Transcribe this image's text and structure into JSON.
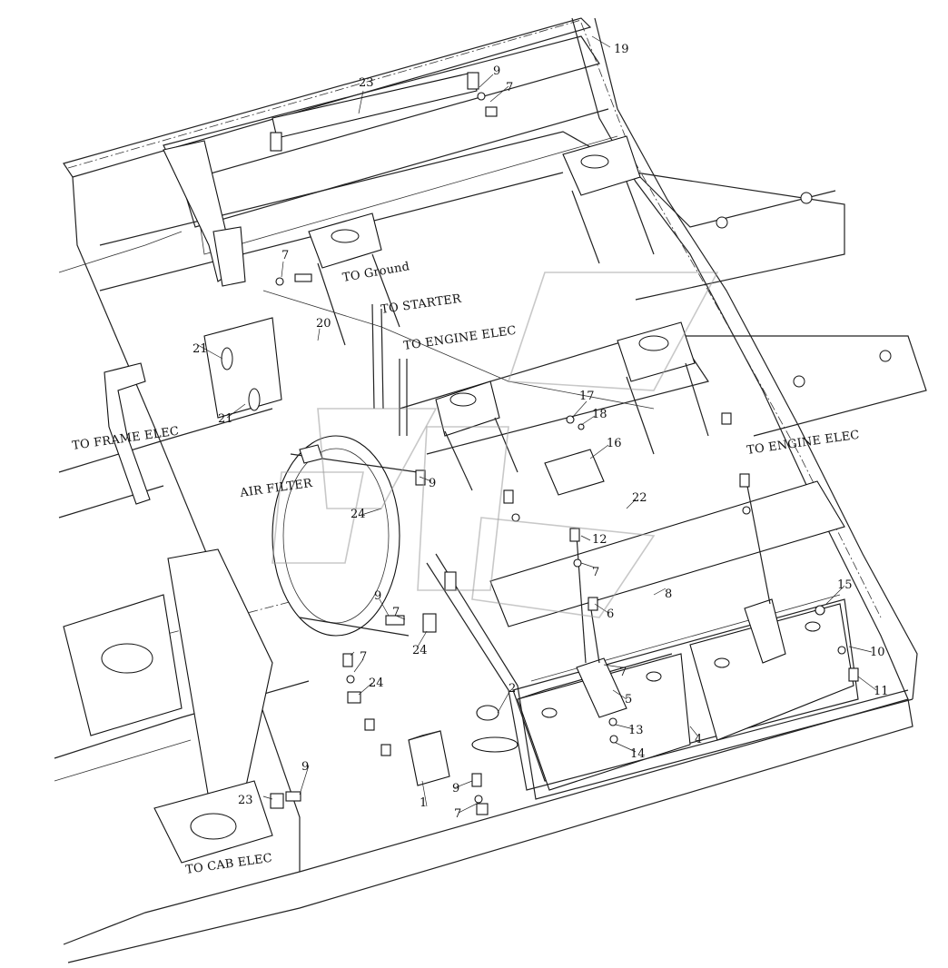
{
  "labels": {
    "to_ground": "TO Ground",
    "to_starter": "TO STARTER",
    "to_engine_elec_1": "TO ENGINE ELEC",
    "to_engine_elec_2": "TO ENGINE ELEC",
    "to_frame_elec": "TO FRAME ELEC",
    "air_filter": "AIR FILTER",
    "to_cab_elec": "TO CAB ELEC"
  },
  "callouts": {
    "c1": "1",
    "c2": "2",
    "c4": "4",
    "c5": "5",
    "c6": "6",
    "c7a": "7",
    "c7b": "7",
    "c7c": "7",
    "c7d": "7",
    "c7e": "7",
    "c7f": "7",
    "c7g": "7",
    "c8": "8",
    "c9a": "9",
    "c9b": "9",
    "c9c": "9",
    "c9d": "9",
    "c9e": "9",
    "c10": "10",
    "c11": "11",
    "c12": "12",
    "c13": "13",
    "c14": "14",
    "c15": "15",
    "c16": "16",
    "c17": "17",
    "c18": "18",
    "c19": "19",
    "c20": "20",
    "c21a": "21",
    "c21b": "21",
    "c22": "22",
    "c23a": "23",
    "c23b": "23",
    "c24a": "24",
    "c24b": "24",
    "c24c": "24"
  }
}
